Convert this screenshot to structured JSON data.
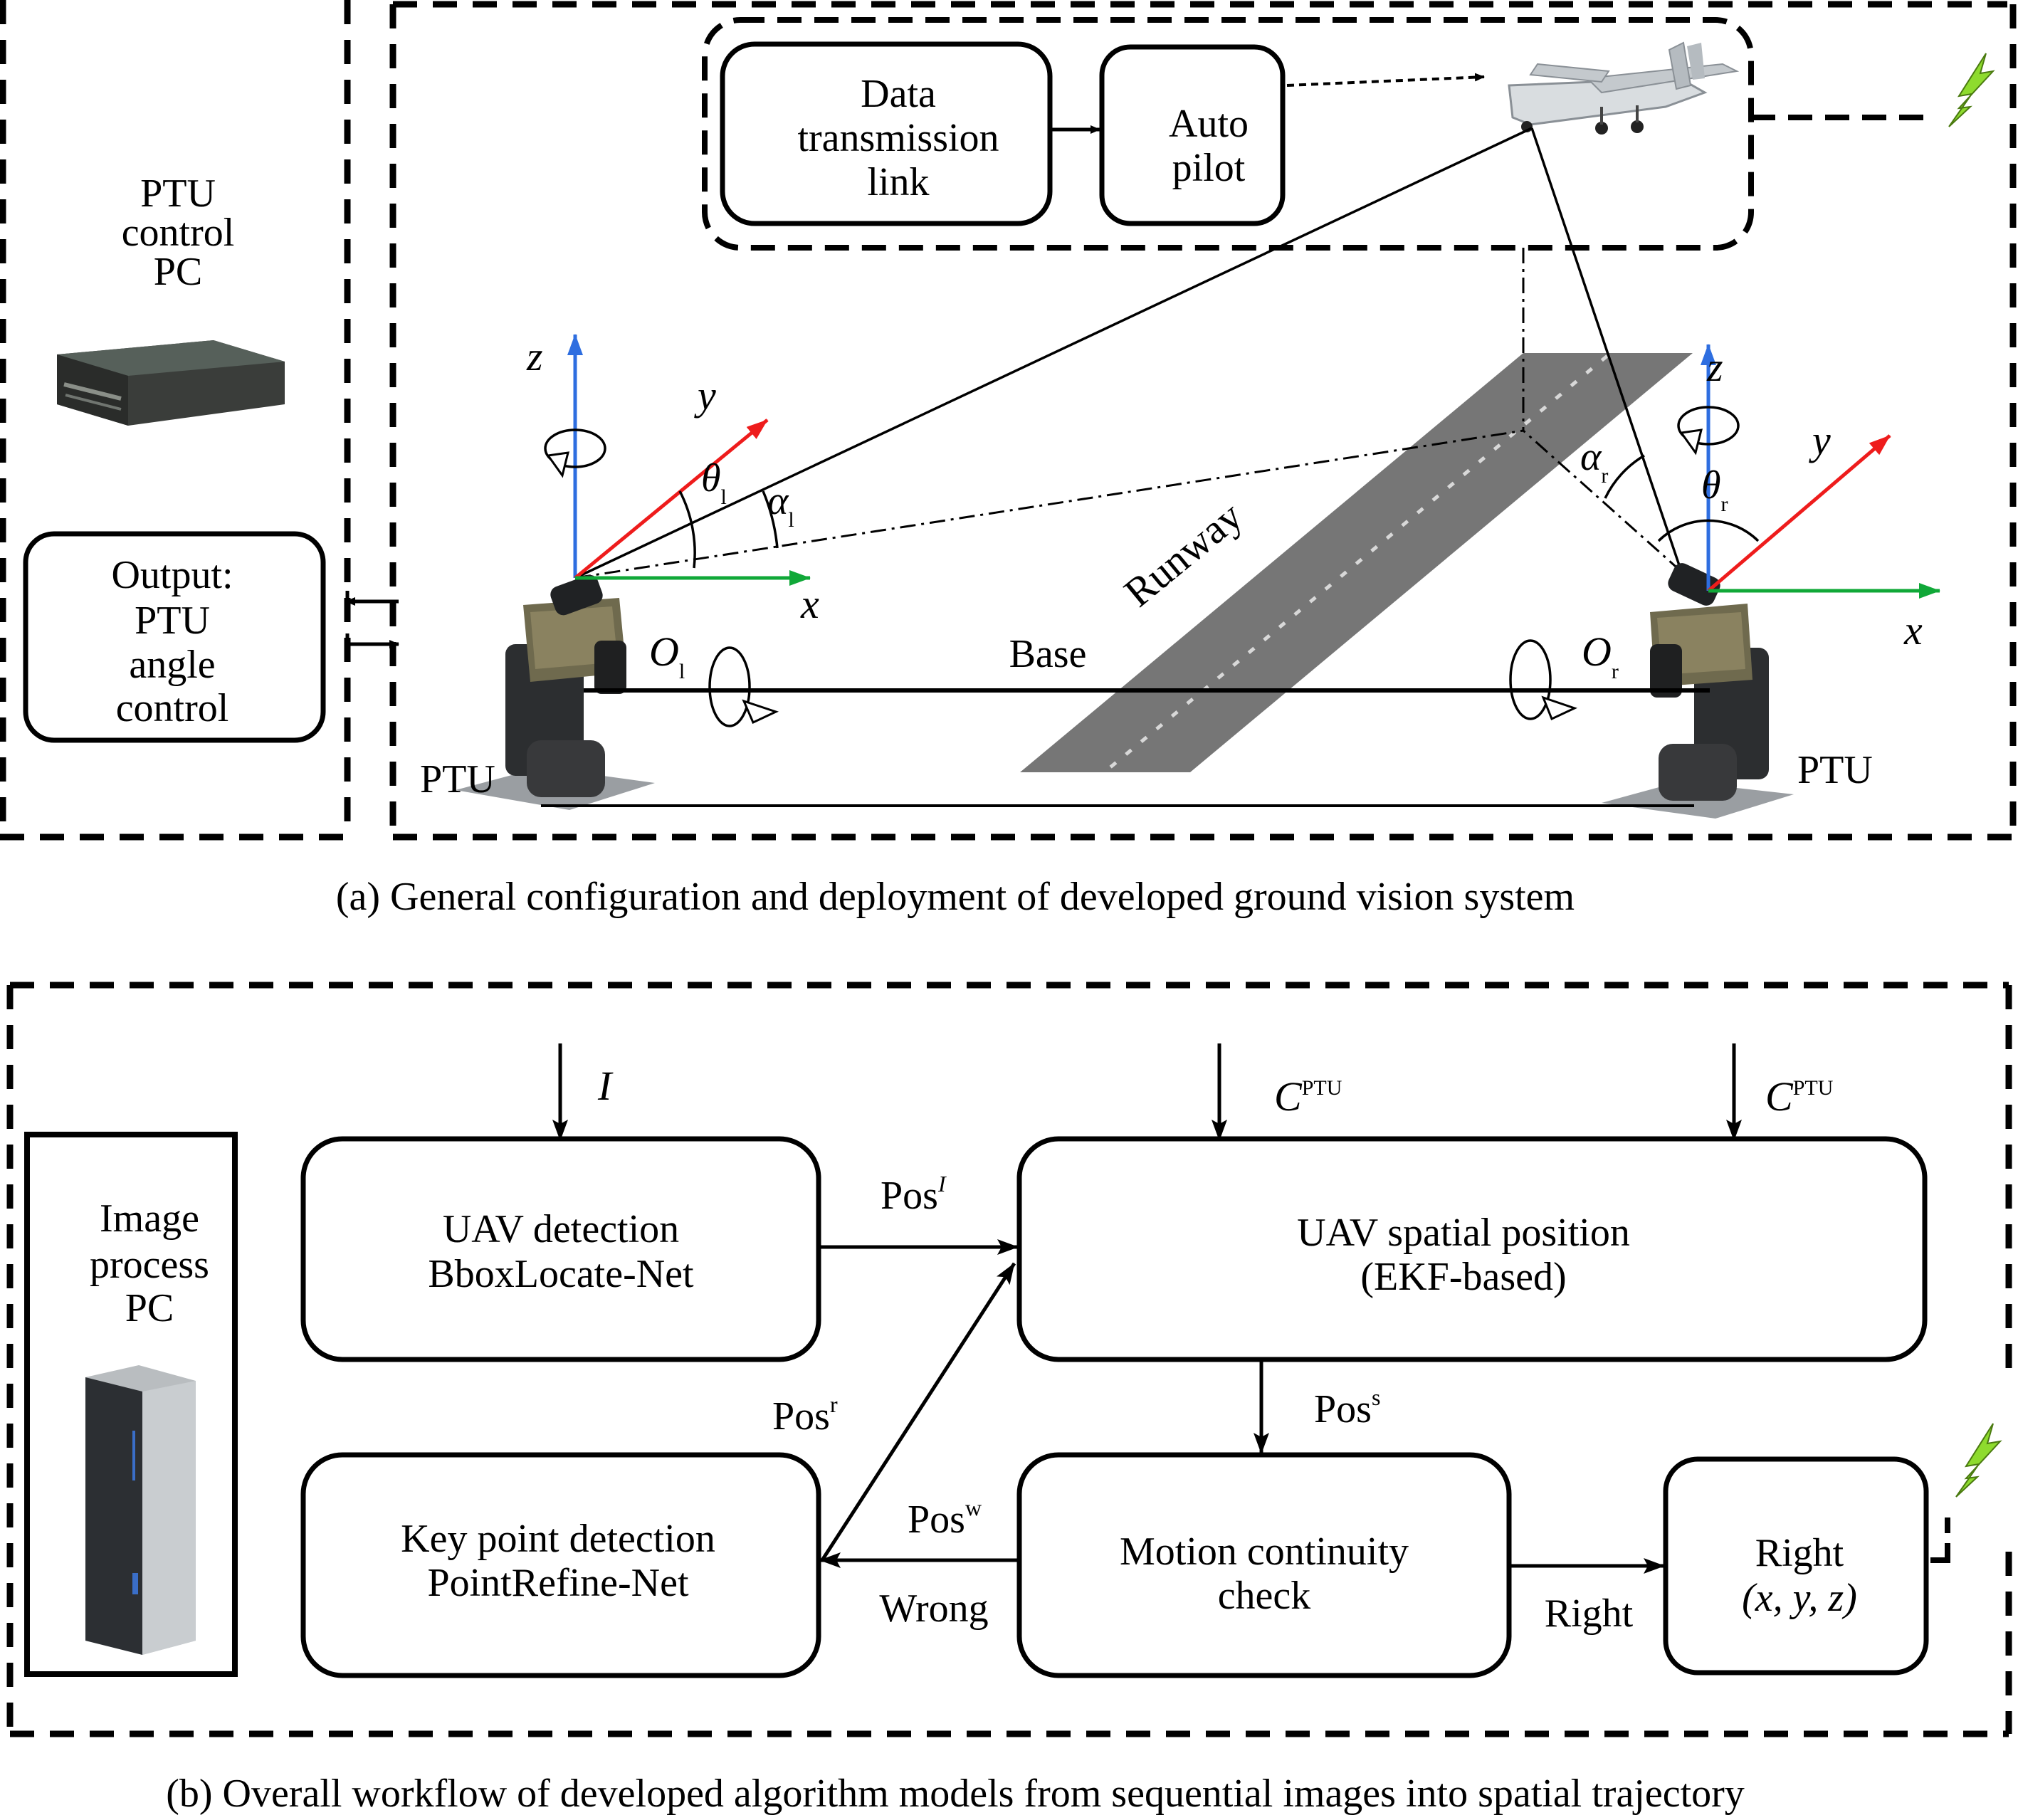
{
  "part_a": {
    "ptu_control_pc": [
      "PTU",
      "control",
      "PC"
    ],
    "output_box": [
      "Output:",
      "PTU",
      "angle",
      "control"
    ],
    "data_link_box": [
      "Data",
      "transmission",
      "link"
    ],
    "autopilot_box": [
      "Auto",
      "pilot"
    ],
    "axis_z": "z",
    "axis_y": "y",
    "axis_x": "x",
    "theta_sym": "θ",
    "alpha_sym": "α",
    "sub_l": "l",
    "sub_r": "r",
    "origin_sym": "O",
    "runway_label": "Runway",
    "base_label": "Base",
    "ptu_left": "PTU",
    "ptu_right": "PTU",
    "caption": "(a) General configuration and deployment of developed ground vision system"
  },
  "part_b": {
    "image_process_pc": [
      "Image",
      "process",
      "PC"
    ],
    "input_i": "I",
    "input_c": "C",
    "input_c_sup": "PTU",
    "uav_detection": [
      "UAV detection",
      "BboxLocate-Net"
    ],
    "uav_spatial": [
      "UAV spatial position",
      "(EKF-based)"
    ],
    "keypoint_detection": [
      "Key point detection",
      "PointRefine-Net"
    ],
    "motion_check": [
      "Motion continuity",
      "check"
    ],
    "right_box": [
      "Right",
      "(x, y, z)"
    ],
    "pos": "Pos",
    "sup_i": "I",
    "sup_r": "r",
    "sup_s": "s",
    "sup_w": "w",
    "wrong_label": "Wrong",
    "right_label": "Right",
    "caption": "(b) Overall workflow of developed algorithm models from sequential images into spatial trajectory"
  },
  "colors": {
    "axis_z": "#2e6ee0",
    "axis_y": "#ee1c1c",
    "axis_x": "#10a838",
    "runway": "#767676",
    "signal": "#8edb2e"
  }
}
